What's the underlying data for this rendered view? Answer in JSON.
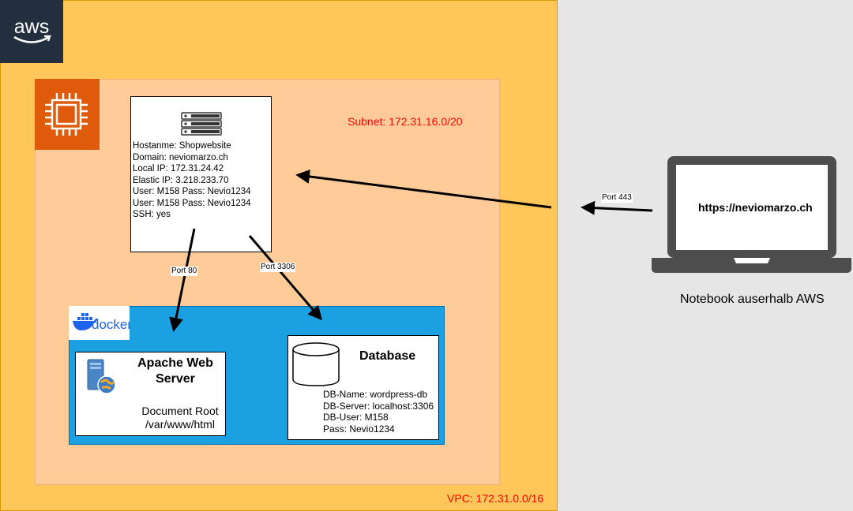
{
  "labels": {
    "vpc": "VPC: 172.31.0.0/16",
    "subnet": "Subnet: 172.31.16.0/20",
    "aws_logo": "aws",
    "docker_logo": "docker"
  },
  "server": {
    "lines": [
      "Hostanme: Shopwebsite",
      "Domain: neviomarzo.ch",
      "Local IP: 172.31.24.42",
      "Elastic IP: 3.218.233.70",
      "User: M158 Pass: Nevio1234",
      "User: M158 Pass: Nevio1234",
      "SSH: yes"
    ]
  },
  "apache": {
    "title": "Apache Web Server",
    "doc_root_label": "Document Root",
    "doc_root_path": "/var/www/html"
  },
  "database": {
    "title": "Database",
    "lines": [
      "DB-Name: wordpress-db",
      "DB-Server: localhost:3306",
      "DB-User: M158",
      "Pass: Nevio1234"
    ]
  },
  "connections": {
    "port80": "Port 80",
    "port3306": "Port 3306",
    "port443": "Port 443"
  },
  "laptop": {
    "url": "https://neviomarzo.ch",
    "caption": "Notebook auserhalb AWS"
  },
  "colors": {
    "vpc_fill": "#ffc65a",
    "subnet_fill": "#ffcc99",
    "docker_fill": "#1ba1e2",
    "ec2_orange": "#e05a0c",
    "aws_dark": "#232f3e",
    "label_red": "#ff0000",
    "outside_gray": "#e6e6e6",
    "laptop_gray": "#4d4d4d"
  },
  "icons": [
    "aws-logo-icon",
    "ec2-chip-icon",
    "server-rack-icon",
    "docker-whale-icon",
    "web-server-icon",
    "database-cylinder-icon",
    "laptop-icon"
  ]
}
